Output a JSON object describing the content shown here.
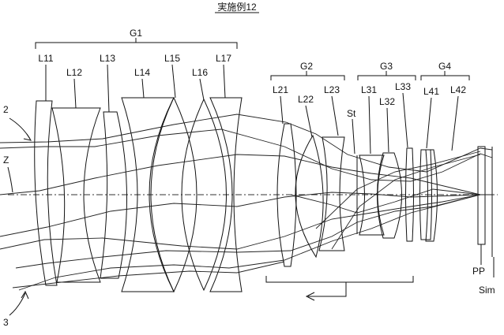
{
  "title": "実施例12",
  "groups": {
    "g1": "G1",
    "g2": "G2",
    "g3": "G3",
    "g4": "G4"
  },
  "lenses": {
    "l11": "L11",
    "l12": "L12",
    "l13": "L13",
    "l14": "L14",
    "l15": "L15",
    "l16": "L16",
    "l17": "L17",
    "l21": "L21",
    "l22": "L22",
    "l23": "L23",
    "l31": "L31",
    "l32": "L32",
    "l33": "L33",
    "l41": "L41",
    "l42": "L42"
  },
  "markers": {
    "stop": "St",
    "axis": "Z",
    "ray_upper": "2",
    "ray_lower": "3",
    "prism": "PP",
    "image": "Sim"
  }
}
